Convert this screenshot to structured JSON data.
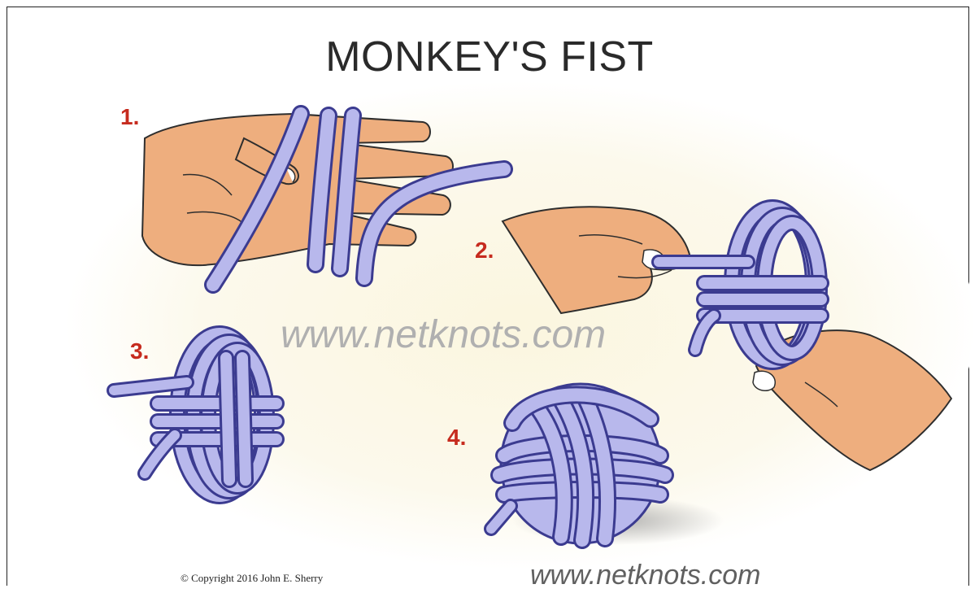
{
  "title": "MONKEY'S FIST",
  "steps": [
    "1.",
    "2.",
    "3.",
    "4."
  ],
  "watermark": "www.netknots.com",
  "footer_url": "www.netknots.com",
  "copyright": "© Copyright  2016  John E. Sherry",
  "colors": {
    "rope_fill": "#b8b8ec",
    "rope_stroke": "#3b3b90",
    "skin_fill": "#eeae7e",
    "skin_stroke": "#2e2e2e",
    "step_number": "#c62b1e",
    "background_glow": "#fbf6df"
  }
}
